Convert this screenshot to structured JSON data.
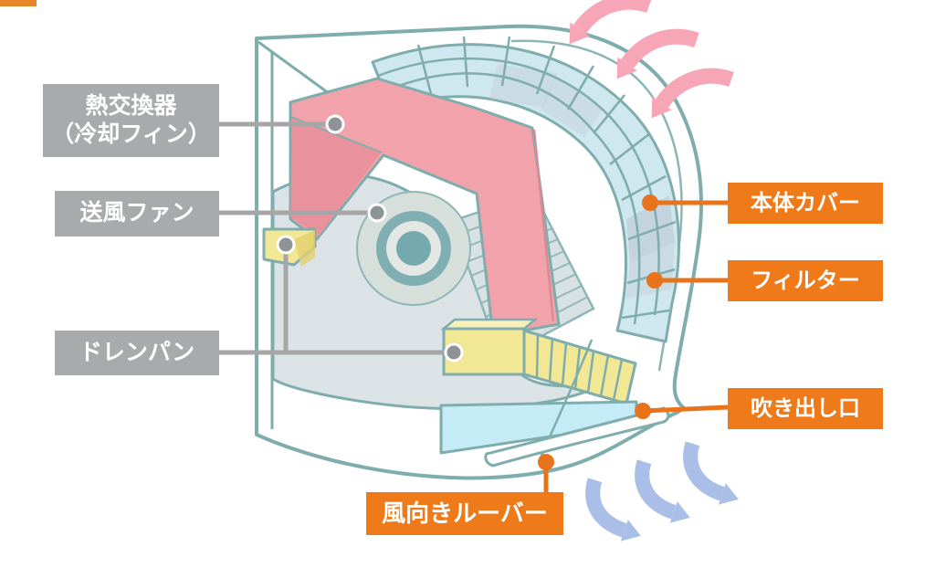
{
  "labels": [
    {
      "id": "heat-exchanger",
      "lines": [
        "熱交換器",
        "（冷却フィン）"
      ],
      "style": "gray"
    },
    {
      "id": "fan",
      "lines": [
        "送風ファン"
      ],
      "style": "gray"
    },
    {
      "id": "drain-pan",
      "lines": [
        "ドレンパン"
      ],
      "style": "gray"
    },
    {
      "id": "body-cover",
      "lines": [
        "本体カバー"
      ],
      "style": "orange"
    },
    {
      "id": "filter",
      "lines": [
        "フィルター"
      ],
      "style": "orange"
    },
    {
      "id": "outlet",
      "lines": [
        "吹き出し口"
      ],
      "style": "orange"
    },
    {
      "id": "louver",
      "lines": [
        "風向きルーバー"
      ],
      "style": "orange"
    }
  ],
  "airflow": {
    "intake_arrow_count": 3,
    "outflow_arrow_count": 3,
    "intake_arrow_color": "#f7a6b8",
    "outflow_arrow_color": "#aabfe8"
  },
  "colors": {
    "label_gray": "#a9aaab",
    "label_orange": "#ee7a1a",
    "leader_gray": "#a6a6a6",
    "leader_orange": "#e8731a",
    "outline_teal": "#7fadad",
    "heat_exchanger_pink": "#f2a2aa",
    "heat_exchanger_pink_dark": "#e78f9c",
    "filter_blue": "#cfe7ee",
    "filter_shade": "#bfcdd8",
    "fan_light": "#d6dfda",
    "fan_teal": "#7fafb3",
    "drain_yellow": "#f2e795",
    "outlet_cyan": "#c5ebf6",
    "housing_gray": "#dbe3e7",
    "corner_strip": "#e8862a"
  }
}
